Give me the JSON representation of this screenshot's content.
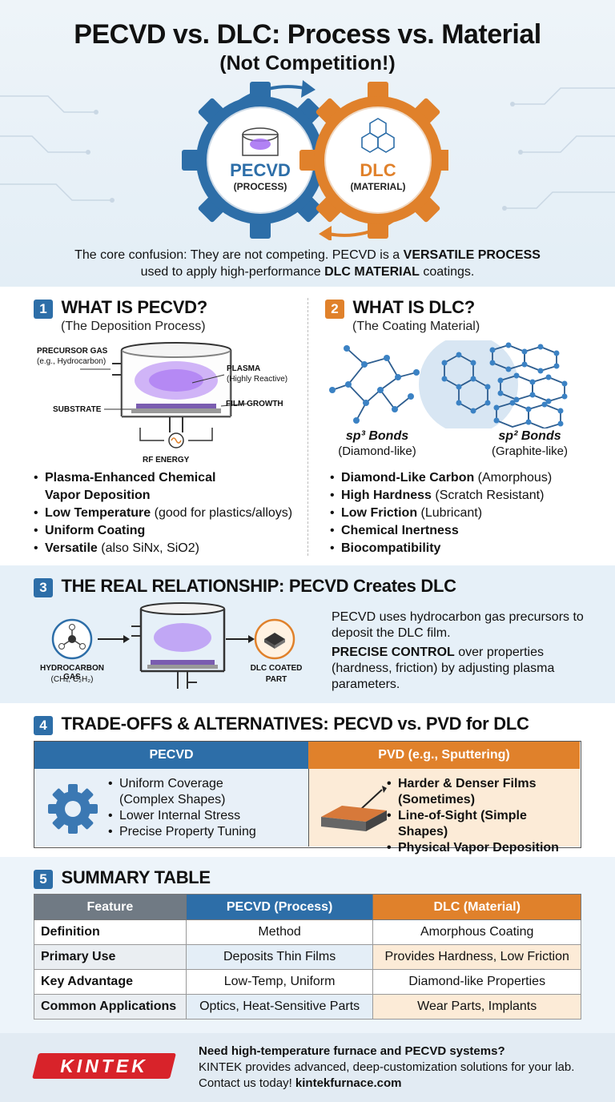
{
  "header": {
    "title": "PECVD vs. DLC: Process vs. Material",
    "subtitle": "(Not Competition!)",
    "gear_left_name": "PECVD",
    "gear_left_sub": "(PROCESS)",
    "gear_right_name": "DLC",
    "gear_right_sub": "(MATERIAL)",
    "intro_1": "The core confusion: They are not competing. PECVD is a ",
    "intro_b1": "VERSATILE PROCESS",
    "intro_2": "used to apply high-performance ",
    "intro_b2": "DLC MATERIAL",
    "intro_3": " coatings."
  },
  "s1": {
    "num": "1",
    "title": "WHAT IS PECVD?",
    "sub": "(The Deposition Process)",
    "label_precursor": "PRECURSOR GAS",
    "label_precursor_sub": "(e.g., Hydrocarbon)",
    "label_plasma": "PLASMA",
    "label_plasma_sub": "(Highly Reactive)",
    "label_film": "FILM GROWTH",
    "label_substrate": "SUBSTRATE",
    "label_rf": "RF ENERGY",
    "b1_bold": "Plasma-Enhanced Chemical",
    "b1_bold2": "Vapor Deposition",
    "b2_bold": "Low Temperature",
    "b2_rest": " (good for plastics/alloys)",
    "b3_bold": "Uniform Coating",
    "b4_bold": "Versatile",
    "b4_rest": " (also SiNx, SiO2)"
  },
  "s2": {
    "num": "2",
    "title": "WHAT IS DLC?",
    "sub": "(The Coating Material)",
    "sp3": "sp³ Bonds",
    "sp3_sub": "(Diamond-like)",
    "sp2": "sp² Bonds",
    "sp2_sub": "(Graphite-like)",
    "b1_bold": "Diamond-Like Carbon",
    "b1_rest": " (Amorphous)",
    "b2_bold": "High Hardness",
    "b2_rest": " (Scratch Resistant)",
    "b3_bold": "Low Friction",
    "b3_rest": " (Lubricant)",
    "b4_bold": "Chemical Inertness",
    "b5_bold": "Biocompatibility"
  },
  "s3": {
    "num": "3",
    "title": "THE REAL RELATIONSHIP: PECVD Creates DLC",
    "gas_label": "HYDROCARBON GAS",
    "gas_formula": "(CH₄, C₂H₂)",
    "part_label": "DLC COATED",
    "part_label2": "PART",
    "text_1": "PECVD uses hydrocarbon gas precursors to deposit the DLC film.",
    "text_bold": "PRECISE CONTROL",
    "text_2": " over properties (hardness, friction) by adjusting plasma parameters."
  },
  "s4": {
    "num": "4",
    "title": "TRADE-OFFS & ALTERNATIVES: PECVD vs. PVD for DLC",
    "left_head": "PECVD",
    "right_head": "PVD (e.g., Sputtering)",
    "left_items": [
      "Uniform Coverage",
      "(Complex Shapes)",
      "Lower Internal Stress",
      "Precise Property Tuning"
    ],
    "right_items": [
      "Harder & Denser Films",
      "(Sometimes)",
      "Line-of-Sight (Simple Shapes)",
      "Physical Vapor Deposition"
    ]
  },
  "s5": {
    "num": "5",
    "title": "SUMMARY TABLE",
    "headers": [
      "Feature",
      "PECVD (Process)",
      "DLC (Material)"
    ],
    "rows": [
      [
        "Definition",
        "Method",
        "Amorphous Coating"
      ],
      [
        "Primary Use",
        "Deposits Thin Films",
        "Provides Hardness, Low Friction"
      ],
      [
        "Key Advantage",
        "Low-Temp, Uniform",
        "Diamond-like Properties"
      ],
      [
        "Common Applications",
        "Optics, Heat-Sensitive Parts",
        "Wear Parts, Implants"
      ]
    ]
  },
  "footer": {
    "logo": "KINTEK",
    "headline": "Need high-temperature furnace and PECVD systems?",
    "line2": "KINTEK provides advanced, deep-customization solutions for your lab.",
    "line3_a": "Contact us today! ",
    "line3_link": "kintekfurnace.com"
  },
  "colors": {
    "blue": "#2d6ea8",
    "orange": "#e0812b",
    "gray": "#707a84",
    "plasma": "#a36cf2",
    "kintek_red": "#d8232a"
  }
}
